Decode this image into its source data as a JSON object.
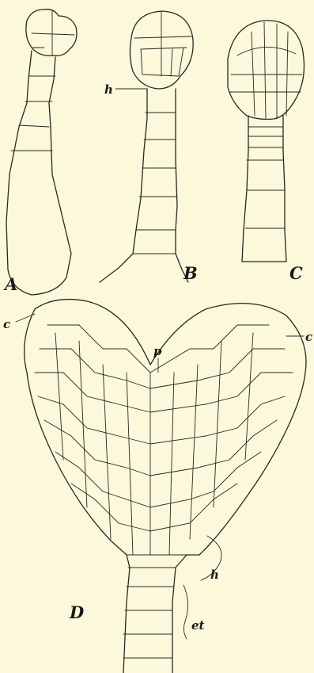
{
  "figure": {
    "panel_labels": [
      "A",
      "B",
      "C",
      "D"
    ],
    "annotations": {
      "h_b": "h",
      "c_left": "c",
      "p": "p",
      "c_right": "c",
      "h_d": "h",
      "et": "et"
    },
    "colors": {
      "paper": "#fbf8dc",
      "ink": "#2a2722"
    }
  }
}
